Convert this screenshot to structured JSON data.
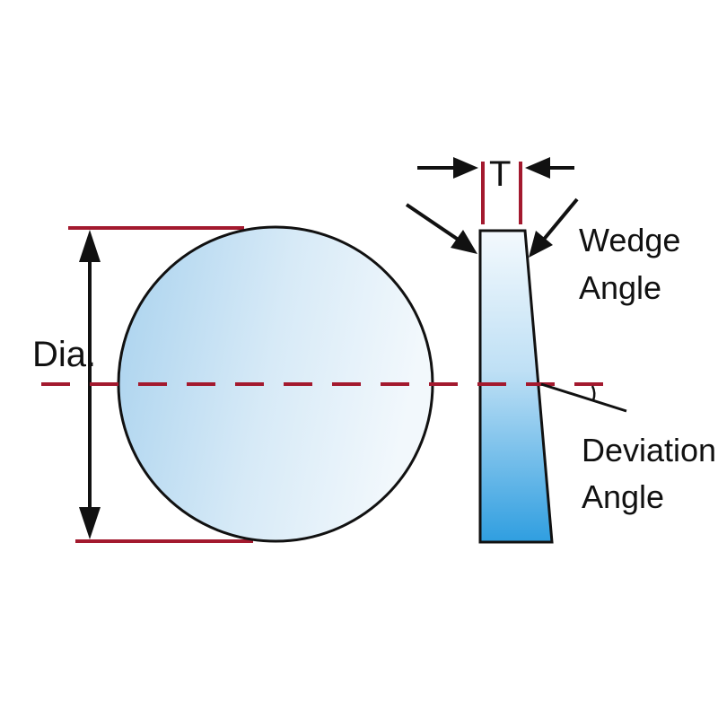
{
  "labels": {
    "diameter": "Dia.",
    "thickness": "T",
    "wedge_line1": "Wedge",
    "wedge_line2": "Angle",
    "deviation_line1": "Deviation",
    "deviation_line2": "Angle"
  },
  "colors": {
    "dimension_red": "#a3192e",
    "outline": "#111111",
    "lens_light": "#eef6fb",
    "lens_dark": "#a9d2ee",
    "wedge_top": "#f1f8fc",
    "wedge_bottom": "#2f9ee0"
  }
}
